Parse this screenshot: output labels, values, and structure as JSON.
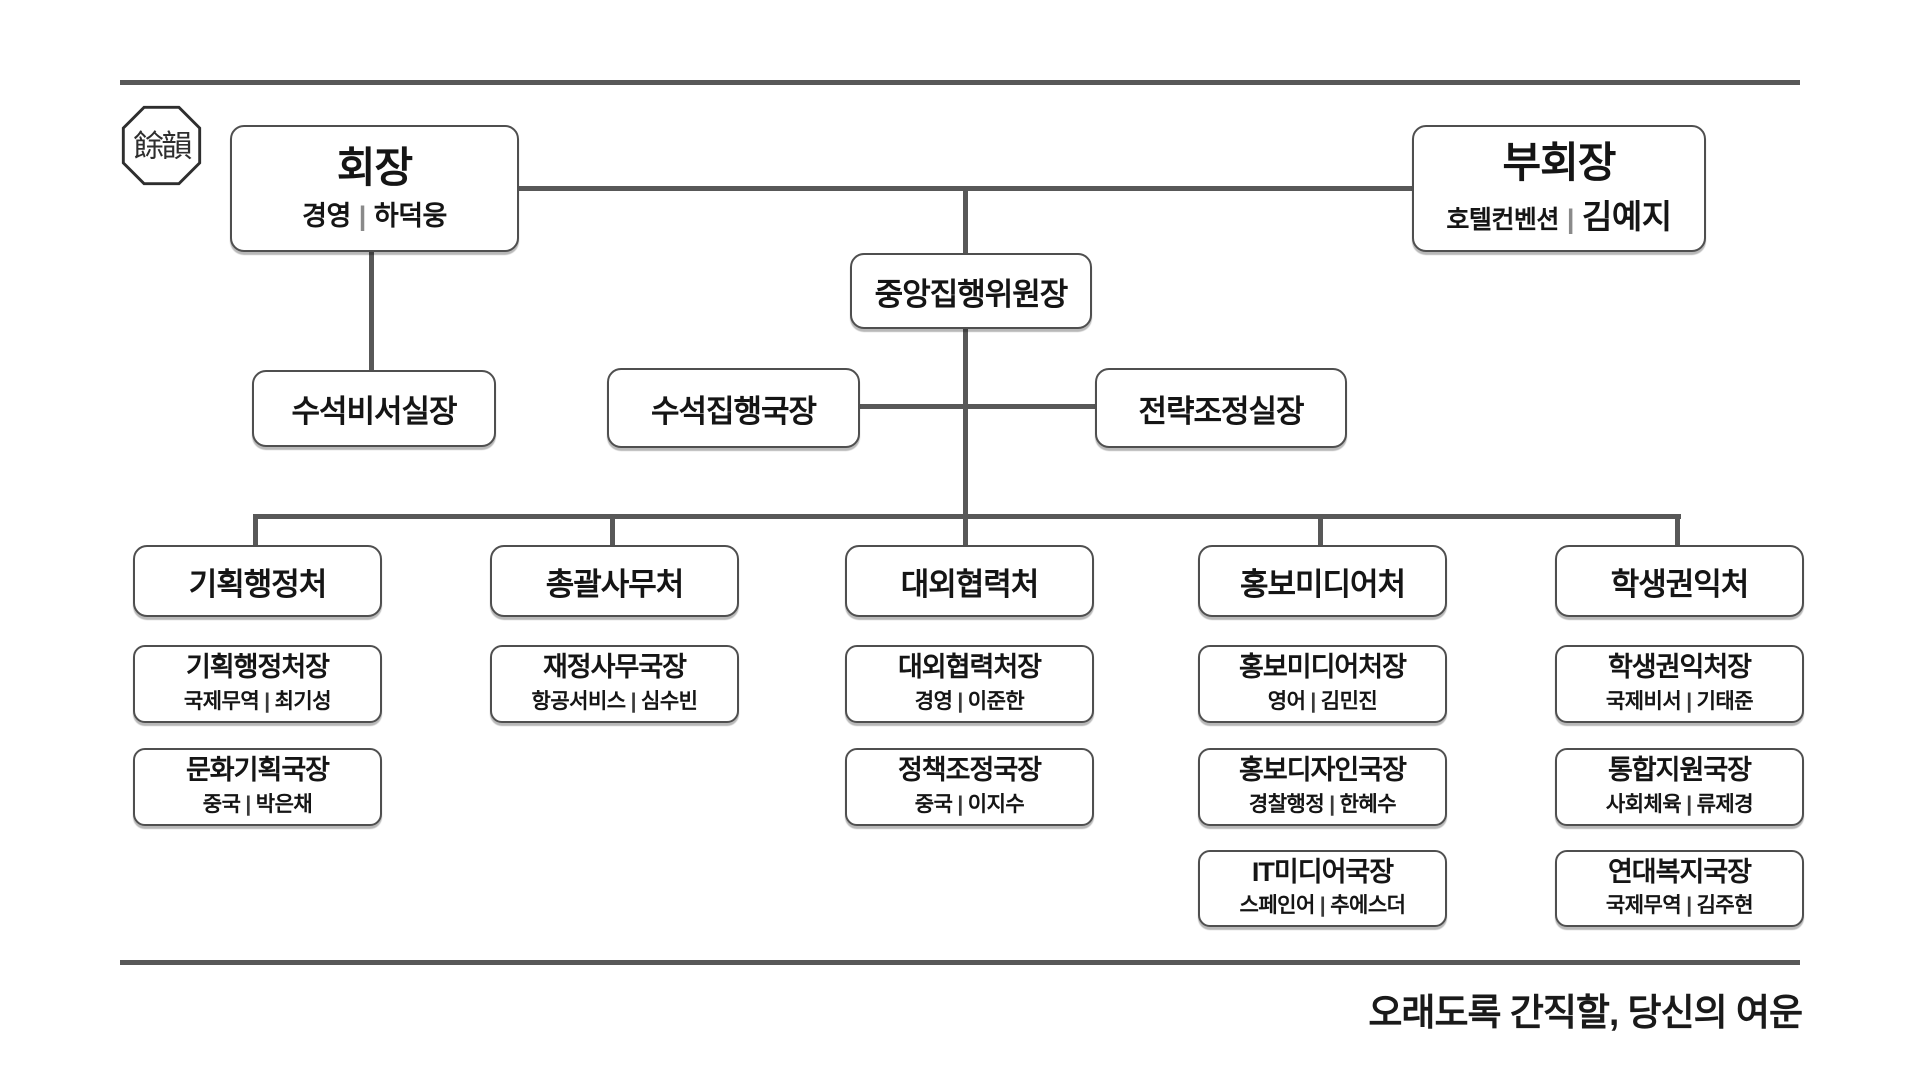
{
  "separator": "|",
  "logo": {
    "seal_text": "餘韻"
  },
  "president": {
    "title": "회장",
    "dept": "경영",
    "name": "하덕웅"
  },
  "vice_president": {
    "title": "부회장",
    "dept": "호텔컨벤션",
    "name": "김예지"
  },
  "executive": {
    "central_chair": "중앙집행위원장",
    "chief_secretary": "수석비서실장",
    "chief_executive_director": "수석집행국장",
    "strategy_coordination_director": "전략조정실장"
  },
  "departments": [
    {
      "name": "기획행정처",
      "members": [
        {
          "title": "기획행정처장",
          "dept": "국제무역",
          "name": "최기성"
        },
        {
          "title": "문화기획국장",
          "dept": "중국",
          "name": "박은채"
        }
      ]
    },
    {
      "name": "총괄사무처",
      "members": [
        {
          "title": "재정사무국장",
          "dept": "항공서비스",
          "name": "심수빈"
        }
      ]
    },
    {
      "name": "대외협력처",
      "members": [
        {
          "title": "대외협력처장",
          "dept": "경영",
          "name": "이준한"
        },
        {
          "title": "정책조정국장",
          "dept": "중국",
          "name": "이지수"
        }
      ]
    },
    {
      "name": "홍보미디어처",
      "members": [
        {
          "title": "홍보미디어처장",
          "dept": "영어",
          "name": "김민진"
        },
        {
          "title": "홍보디자인국장",
          "dept": "경찰행정",
          "name": "한혜수"
        },
        {
          "title": "IT미디어국장",
          "dept": "스페인어",
          "name": "추에스더"
        }
      ]
    },
    {
      "name": "학생권익처",
      "members": [
        {
          "title": "학생권익처장",
          "dept": "국제비서",
          "name": "기태준"
        },
        {
          "title": "통합지원국장",
          "dept": "사회체육",
          "name": "류제경"
        },
        {
          "title": "연대복지국장",
          "dept": "국제무역",
          "name": "김주현"
        }
      ]
    }
  ],
  "footer": {
    "tagline": "오래도록 간직할, 당신의 여운"
  },
  "colors": {
    "line": "#585858",
    "box_border": "#4f4f4f",
    "text": "#151515",
    "pipe": "#8a8a8a"
  }
}
